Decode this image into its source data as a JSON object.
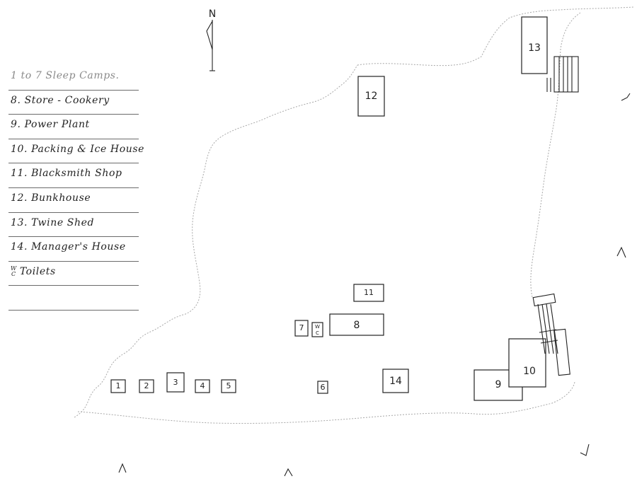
{
  "north_label": "N",
  "legend": {
    "items": [
      {
        "key": "1to7",
        "text": "1 to 7 Sleep Camps."
      },
      {
        "key": "8",
        "text": "8. Store - Cookery"
      },
      {
        "key": "9",
        "text": "9. Power Plant"
      },
      {
        "key": "10",
        "text": "10. Packing & Ice House"
      },
      {
        "key": "11",
        "text": "11. Blacksmith Shop"
      },
      {
        "key": "12",
        "text": "12. Bunkhouse"
      },
      {
        "key": "13",
        "text": "13. Twine Shed"
      },
      {
        "key": "14",
        "text": "14. Manager's House"
      },
      {
        "key": "wc",
        "prefix_top": "W",
        "prefix_bottom": "C",
        "text": "Toilets"
      }
    ]
  },
  "buildings": {
    "b1": "1",
    "b2": "2",
    "b3": "3",
    "b4": "4",
    "b5": "5",
    "b6": "6",
    "b7": "7",
    "b8": "8",
    "b9": "9",
    "b10": "10",
    "b11": "11",
    "b12": "12",
    "b13": "13",
    "b14": "14",
    "wc_top": "W",
    "wc_bottom": "C"
  }
}
